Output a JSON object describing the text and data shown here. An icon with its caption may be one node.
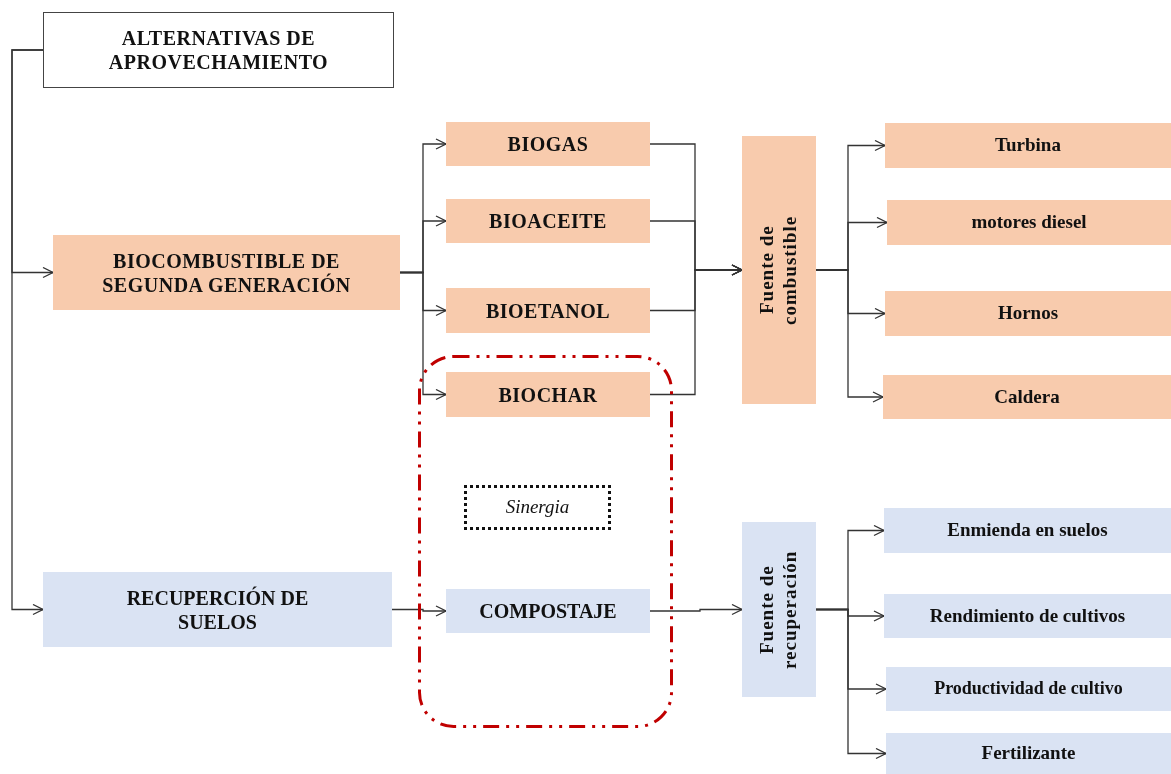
{
  "diagram": {
    "nodes": [
      {
        "text": [
          "ALTERNATIVAS  DE APROVECHAMIENTO"
        ]
      },
      {
        "text": [
          "BIOCOMBUSTIBLE DE SEGUNDA GENERACIÓN"
        ]
      },
      {
        "text": [
          "RECUPERCIÓN DE SUELOS"
        ]
      },
      {
        "text": [
          "BIOGAS"
        ]
      },
      {
        "text": [
          "BIOACEITE"
        ]
      },
      {
        "text": [
          "BIOETANOL"
        ]
      },
      {
        "text": [],
        "shape": "box"
      },
      {
        "text": [
          "BIOCHAR"
        ],
        "in": 6
      },
      {
        "text": [
          "Sinergia"
        ],
        "in": 6
      },
      {
        "text": [
          "COMPOSTAJE"
        ],
        "in": 6
      },
      {
        "text": [
          "Fuente de combustible"
        ]
      },
      {
        "text": [
          "Fuente de recuperación"
        ]
      },
      {
        "text": [
          "Turbina"
        ]
      },
      {
        "text": [
          "motores diesel"
        ]
      },
      {
        "text": [
          "Hornos"
        ]
      },
      {
        "text": [
          "Caldera"
        ]
      },
      {
        "text": [
          "Enmienda en suelos"
        ]
      },
      {
        "text": [
          "Rendimiento de cultivos"
        ]
      },
      {
        "text": [
          "Productividad de cultivo"
        ]
      },
      {
        "text": [
          "Fertilizante"
        ]
      }
    ],
    "edges": [
      {
        "from": 0,
        "to": 1,
        "arrow": "to"
      },
      {
        "from": 0,
        "to": 2,
        "arrow": "to"
      },
      {
        "from": 1,
        "to": 3,
        "arrow": "to"
      },
      {
        "from": 1,
        "to": 4,
        "arrow": "to"
      },
      {
        "from": 1,
        "to": 5,
        "arrow": "to"
      },
      {
        "from": 1,
        "to": 7,
        "arrow": "to"
      },
      {
        "from": 2,
        "to": 9,
        "arrow": "to"
      },
      {
        "from": 3,
        "to": 10,
        "arrow": "to"
      },
      {
        "from": 4,
        "to": 10,
        "arrow": "to"
      },
      {
        "from": 5,
        "to": 10,
        "arrow": "to"
      },
      {
        "from": 7,
        "to": 10,
        "arrow": "to"
      },
      {
        "from": 9,
        "to": 11,
        "arrow": "to"
      },
      {
        "from": 10,
        "to": 12,
        "arrow": "to"
      },
      {
        "from": 10,
        "to": 13,
        "arrow": "to"
      },
      {
        "from": 10,
        "to": 14,
        "arrow": "to"
      },
      {
        "from": 10,
        "to": 15,
        "arrow": "to"
      },
      {
        "from": 11,
        "to": 16,
        "arrow": "to"
      },
      {
        "from": 11,
        "to": 17,
        "arrow": "to"
      },
      {
        "from": 11,
        "to": 18,
        "arrow": "to"
      },
      {
        "from": 11,
        "to": 19,
        "arrow": "to"
      }
    ]
  }
}
